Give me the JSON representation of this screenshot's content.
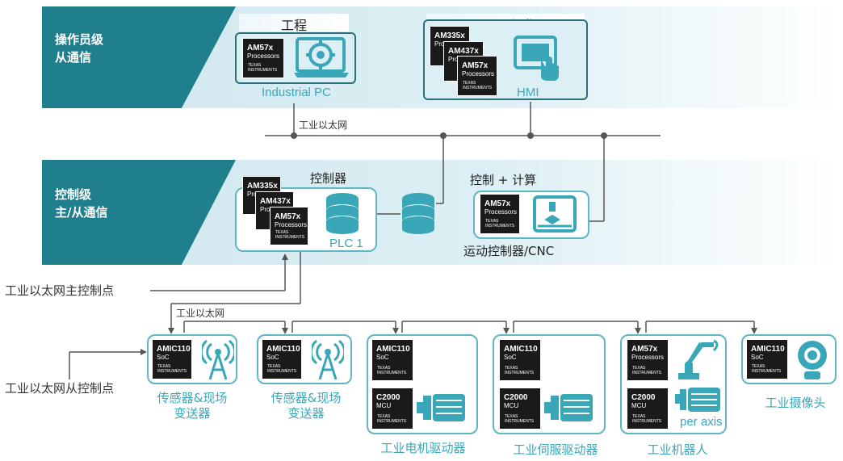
{
  "tiers": {
    "operator": "操作员级\n从通信",
    "operator_l1": "操作员级",
    "operator_l2": "从通信",
    "control_l1": "控制级",
    "control_l2": "主/从通信"
  },
  "top": {
    "engineering_title": "工程",
    "visualization_title": "可视化",
    "industrial_pc": "Industrial PC",
    "hmi": "HMI"
  },
  "mid": {
    "controller_title": "控制器",
    "plc": "PLC 1",
    "control_compute_title": "控制 + 计算",
    "motion_cnc": "运动控制器/CNC"
  },
  "network": {
    "ethernet_top": "工业以太网",
    "ethernet_bottom": "工业以太网",
    "master_point": "工业以太网主控制点",
    "slave_point": "工业以太网从控制点"
  },
  "chips": {
    "am57x": "AM57x",
    "am335x": "AM335x",
    "am437x": "AM437x",
    "processors": "Processors",
    "amic110": "AMIC110",
    "soc": "SoC",
    "c2000": "C2000",
    "mcu": "MCU",
    "ti": "TEXAS INSTRUMENTS"
  },
  "nodes": {
    "sensor1_l1": "传感器&现场",
    "sensor1_l2": "变送器",
    "sensor2_l1": "传感器&现场",
    "sensor2_l2": "变送器",
    "motor_drive": "工业电机驱动器",
    "servo_drive": "工业伺服驱动器",
    "robot": "工业机器人",
    "per_axis": "per axis",
    "camera": "工业摄像头"
  },
  "colors": {
    "tier": "#1f7f8c",
    "accent": "#3aa7b8",
    "band": "#dcefF4",
    "chip": "#1a1a1a"
  }
}
